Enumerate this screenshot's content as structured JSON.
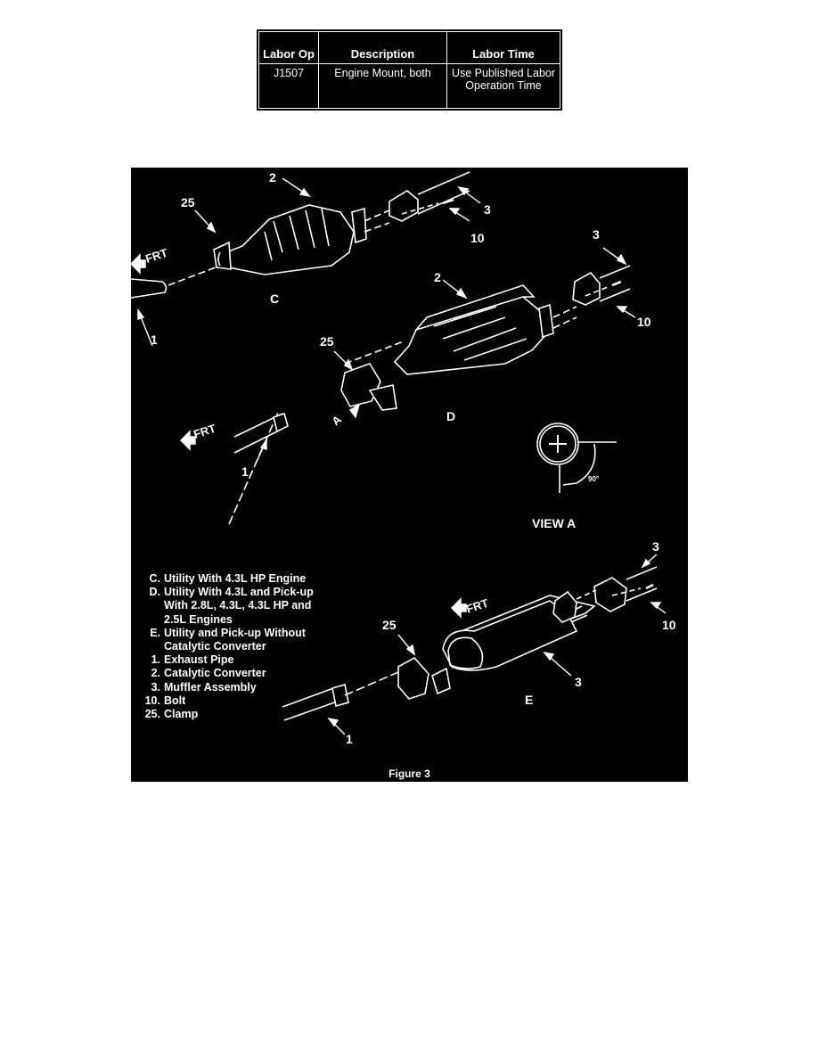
{
  "labor_table": {
    "headers": [
      "Labor Op",
      "Description",
      "Labor Time"
    ],
    "row": {
      "op": "J1507",
      "description": "Engine Mount, both",
      "time": "Use Published Labor Operation Time"
    }
  },
  "figure": {
    "caption": "Figure 3",
    "view_label": "VIEW A",
    "angle_label": "90°",
    "front_label": "FRT",
    "view_letters": {
      "c": "C",
      "d": "D",
      "e": "E",
      "a": "A"
    },
    "callouts": {
      "pipe": "1",
      "converter": "2",
      "muffler": "3",
      "bolt": "10",
      "clamp": "25"
    },
    "legend": [
      {
        "key": "C.",
        "text": "Utility With 4.3L HP Engine"
      },
      {
        "key": "D.",
        "text": "Utility With 4.3L and Pick-up"
      },
      {
        "key": "",
        "text": "With 2.8L, 4.3L, 4.3L HP and"
      },
      {
        "key": "",
        "text": "2.5L Engines"
      },
      {
        "key": "E.",
        "text": "Utility and Pick-up Without"
      },
      {
        "key": "",
        "text": "Catalytic Converter"
      },
      {
        "key": "1.",
        "text": "Exhaust Pipe"
      },
      {
        "key": "2.",
        "text": "Catalytic Converter"
      },
      {
        "key": "3.",
        "text": "Muffler Assembly"
      },
      {
        "key": "10.",
        "text": "Bolt"
      },
      {
        "key": "25.",
        "text": "Clamp"
      }
    ]
  }
}
